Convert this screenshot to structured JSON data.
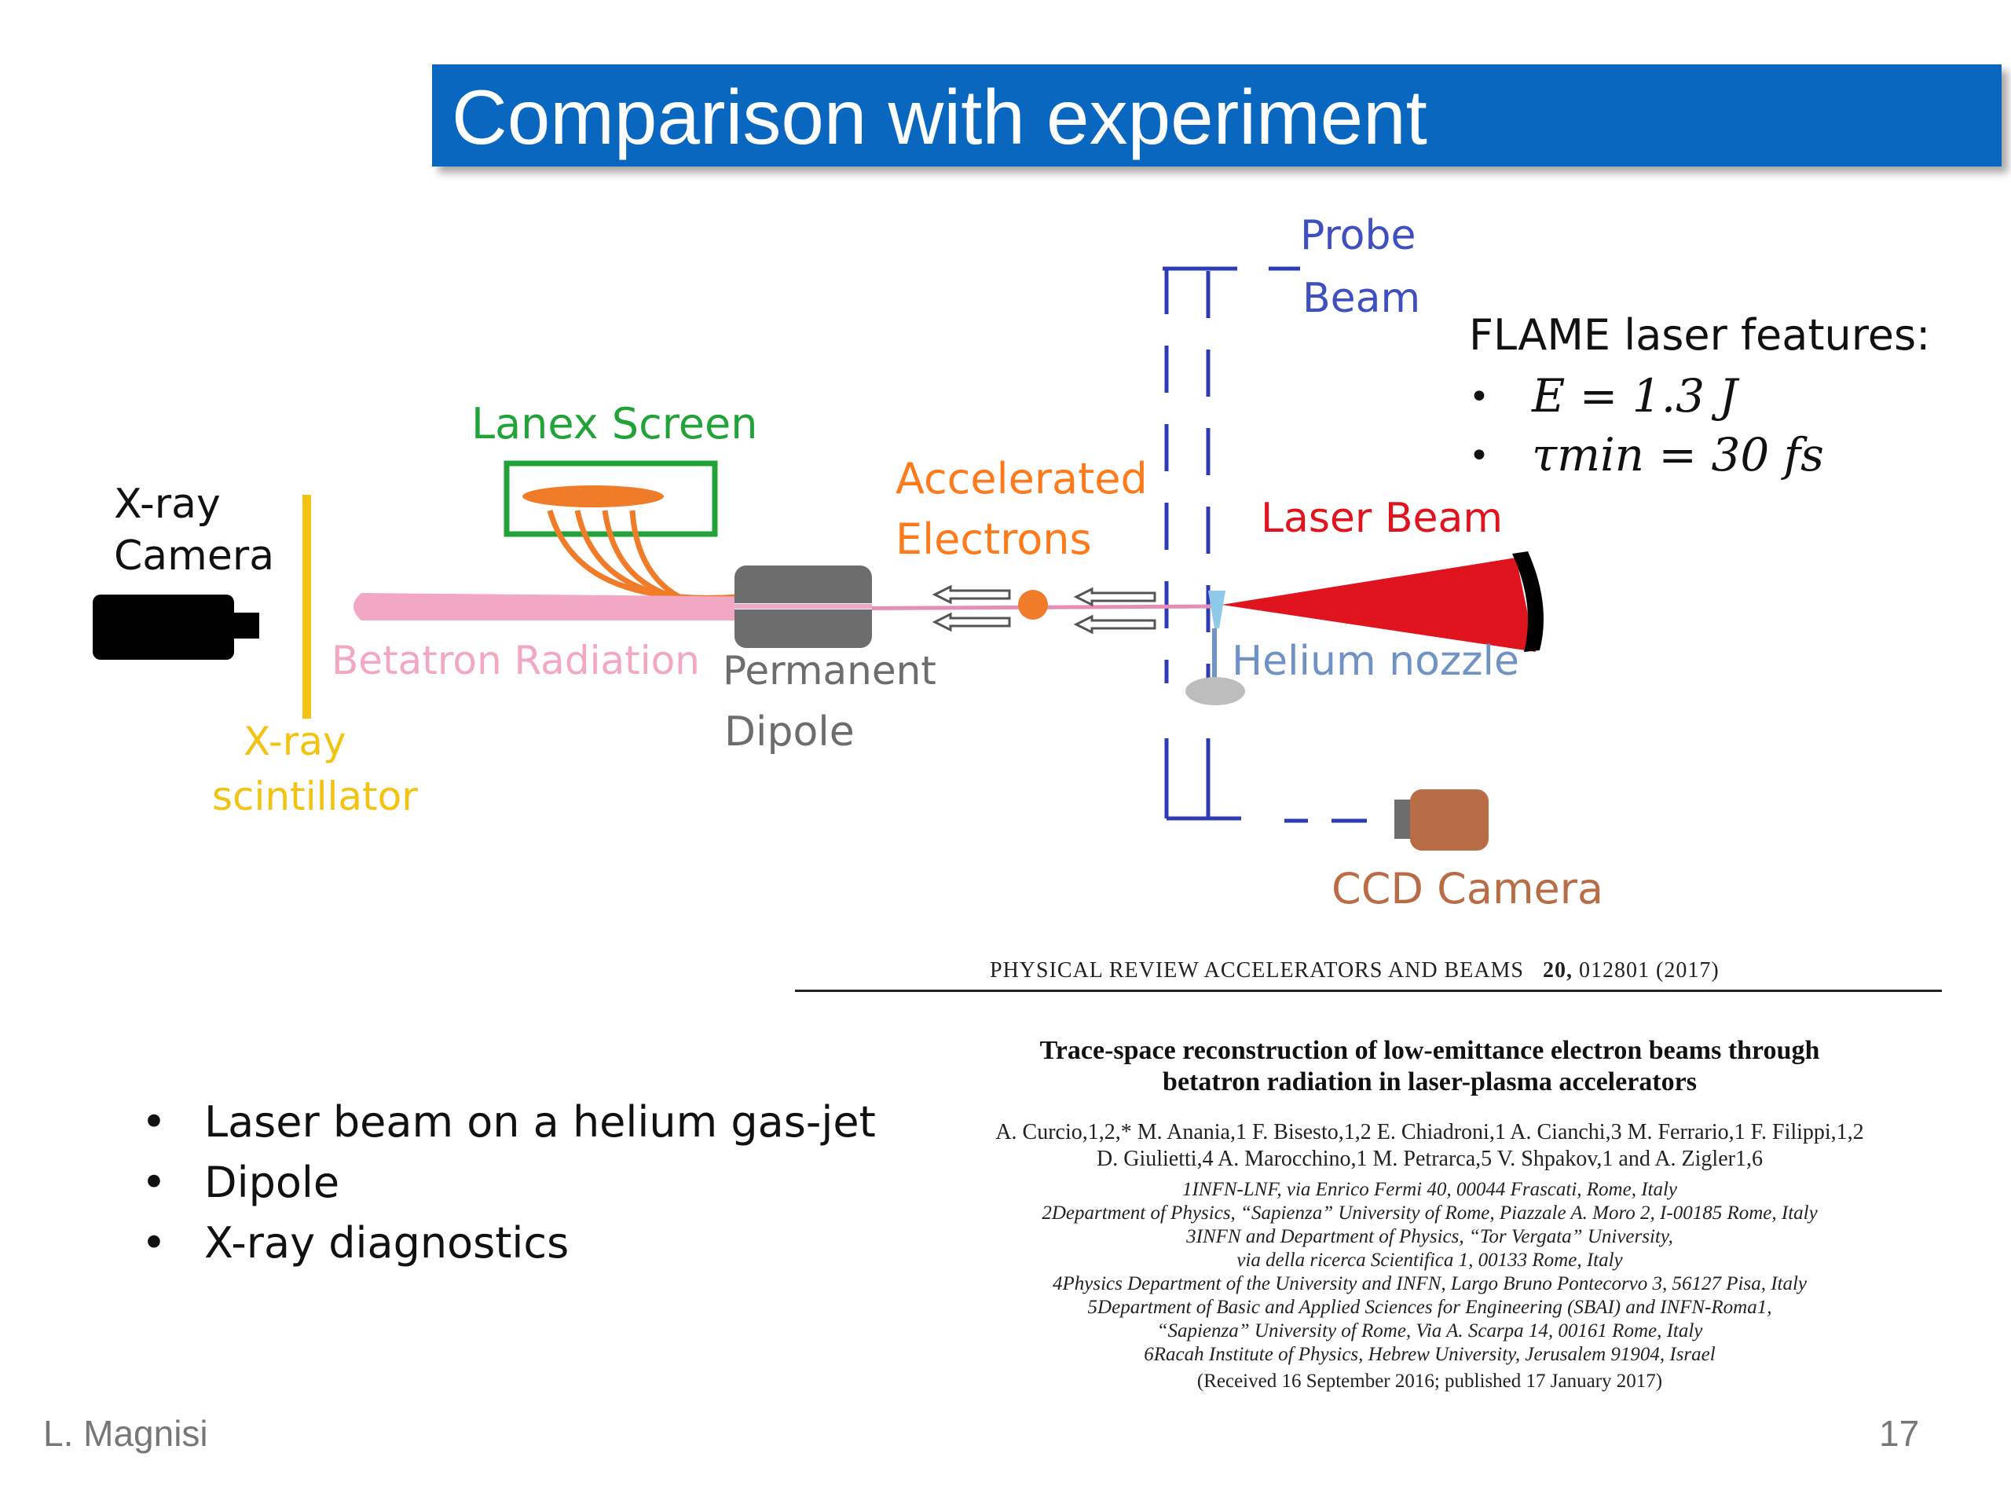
{
  "slide": {
    "title": "Comparison with experiment",
    "author": "L. Magnisi",
    "page_number": "17"
  },
  "diagram": {
    "labels": {
      "probe_beam_1": "Probe",
      "probe_beam_2": "Beam",
      "lanex_screen": "Lanex Screen",
      "xray_camera_1": "X-ray",
      "xray_camera_2": "Camera",
      "accelerated_1": "Accelerated",
      "accelerated_2": "Electrons",
      "laser_beam": "Laser Beam",
      "betatron": "Betatron Radiation",
      "permanent": "Permanent",
      "dipole": "Dipole",
      "helium_nozzle": "Helium nozzle",
      "xray_scint_1": "X-ray",
      "xray_scint_2": "scintillator",
      "ccd_camera": "CCD Camera"
    },
    "colors": {
      "lanex": "#22a33a",
      "orange": "#f07c2a",
      "label_orange": "#ff7a1a",
      "laser_red": "#e0141e",
      "blue_label": "#3f4fbf",
      "pink": "#f2a7c4",
      "yellow": "#f2c311",
      "gray": "#6d6d6d",
      "nozzle_blue": "#6f93c4",
      "ccd_brown": "#b86d47"
    }
  },
  "features": {
    "heading": "FLAME laser features:",
    "items": [
      "E = 1.3 J",
      "τmin = 30 fs"
    ]
  },
  "bullets": [
    "Laser beam on a helium gas-jet",
    "Dipole",
    "X-ray diagnostics"
  ],
  "paper": {
    "journal": "PHYSICAL REVIEW ACCELERATORS AND BEAMS",
    "volume": "20,",
    "ref": "012801 (2017)",
    "title_line1": "Trace-space reconstruction of low-emittance electron beams through",
    "title_line2": "betatron radiation in laser-plasma accelerators",
    "authors_line1": "A. Curcio,1,2,* M. Anania,1 F. Bisesto,1,2 E. Chiadroni,1 A. Cianchi,3 M. Ferrario,1 F. Filippi,1,2",
    "authors_line2": "D. Giulietti,4 A. Marocchino,1 M. Petrarca,5 V. Shpakov,1 and A. Zigler1,6",
    "affiliations": [
      "1INFN-LNF, via Enrico Fermi 40, 00044 Frascati, Rome, Italy",
      "2Department of Physics, “Sapienza” University of Rome, Piazzale A. Moro 2, I-00185 Rome, Italy",
      "3INFN and Department of Physics, “Tor Vergata” University,",
      "via della ricerca Scientifica 1, 00133 Rome, Italy",
      "4Physics Department of the University and INFN, Largo Bruno Pontecorvo 3, 56127 Pisa, Italy",
      "5Department of Basic and Applied Sciences for Engineering (SBAI) and INFN-Roma1,",
      "“Sapienza” University of Rome, Via A. Scarpa 14, 00161 Rome, Italy",
      "6Racah Institute of Physics, Hebrew University, Jerusalem 91904, Israel"
    ],
    "received": "(Received 16 September 2016; published 17 January 2017)"
  }
}
